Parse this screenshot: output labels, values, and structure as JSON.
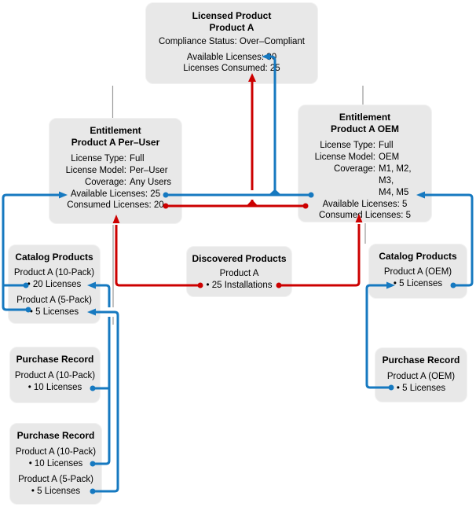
{
  "colors": {
    "line_blue": "#1679c0",
    "line_red": "#cc0000",
    "box_fill": "#e8e8e8",
    "connector_gray": "#9a9a9a",
    "text": "#000000"
  },
  "licensed_product": {
    "title": [
      "Licensed Product",
      "Product A"
    ],
    "compliance": "Compliance Status: Over–Compliant",
    "stats": [
      "Available Licenses: 30",
      "Licenses Consumed: 25"
    ]
  },
  "entitlement_left": {
    "title": [
      "Entitlement",
      "Product A Per–User"
    ],
    "fields": [
      {
        "label": "License Type:",
        "value": "Full"
      },
      {
        "label": "License Model:",
        "value": "Per–User"
      },
      {
        "label": "Coverage:",
        "value": "Any Users"
      }
    ],
    "stats": [
      "Available Licenses: 25",
      "Consumed Licenses: 20"
    ]
  },
  "entitlement_right": {
    "title": [
      "Entitlement",
      "Product A OEM"
    ],
    "fields": [
      {
        "label": "License Type:",
        "value": "Full"
      },
      {
        "label": "License Model:",
        "value": "OEM"
      },
      {
        "label": "Coverage:",
        "value": "M1, M2, M3,\nM4, M5"
      }
    ],
    "stats": [
      "Available Licenses: 5",
      "Consumed Licenses: 5"
    ]
  },
  "catalog_left": {
    "title": "Catalog Products",
    "products": [
      {
        "name": "Product A (10-Pack)",
        "detail": "• 20 Licenses"
      },
      {
        "name": "Product A (5-Pack)",
        "detail": "• 5 Licenses"
      }
    ]
  },
  "discovered": {
    "title": "Discovered Products",
    "products": [
      {
        "name": "Product A",
        "detail": "• 25 Installations"
      }
    ]
  },
  "catalog_right": {
    "title": "Catalog Products",
    "products": [
      {
        "name": "Product A (OEM)",
        "detail": "• 5 Licenses"
      }
    ]
  },
  "purchase_left_1": {
    "title": "Purchase Record",
    "products": [
      {
        "name": "Product A (10-Pack)",
        "detail": "• 10 Licenses"
      }
    ]
  },
  "purchase_left_2": {
    "title": "Purchase Record",
    "products": [
      {
        "name": "Product A (10-Pack)",
        "detail": "• 10 Licenses"
      },
      {
        "name": "Product A (5-Pack)",
        "detail": "• 5 Licenses"
      }
    ]
  },
  "purchase_right": {
    "title": "Purchase Record",
    "products": [
      {
        "name": "Product A (OEM)",
        "detail": "• 5 Licenses"
      }
    ]
  }
}
